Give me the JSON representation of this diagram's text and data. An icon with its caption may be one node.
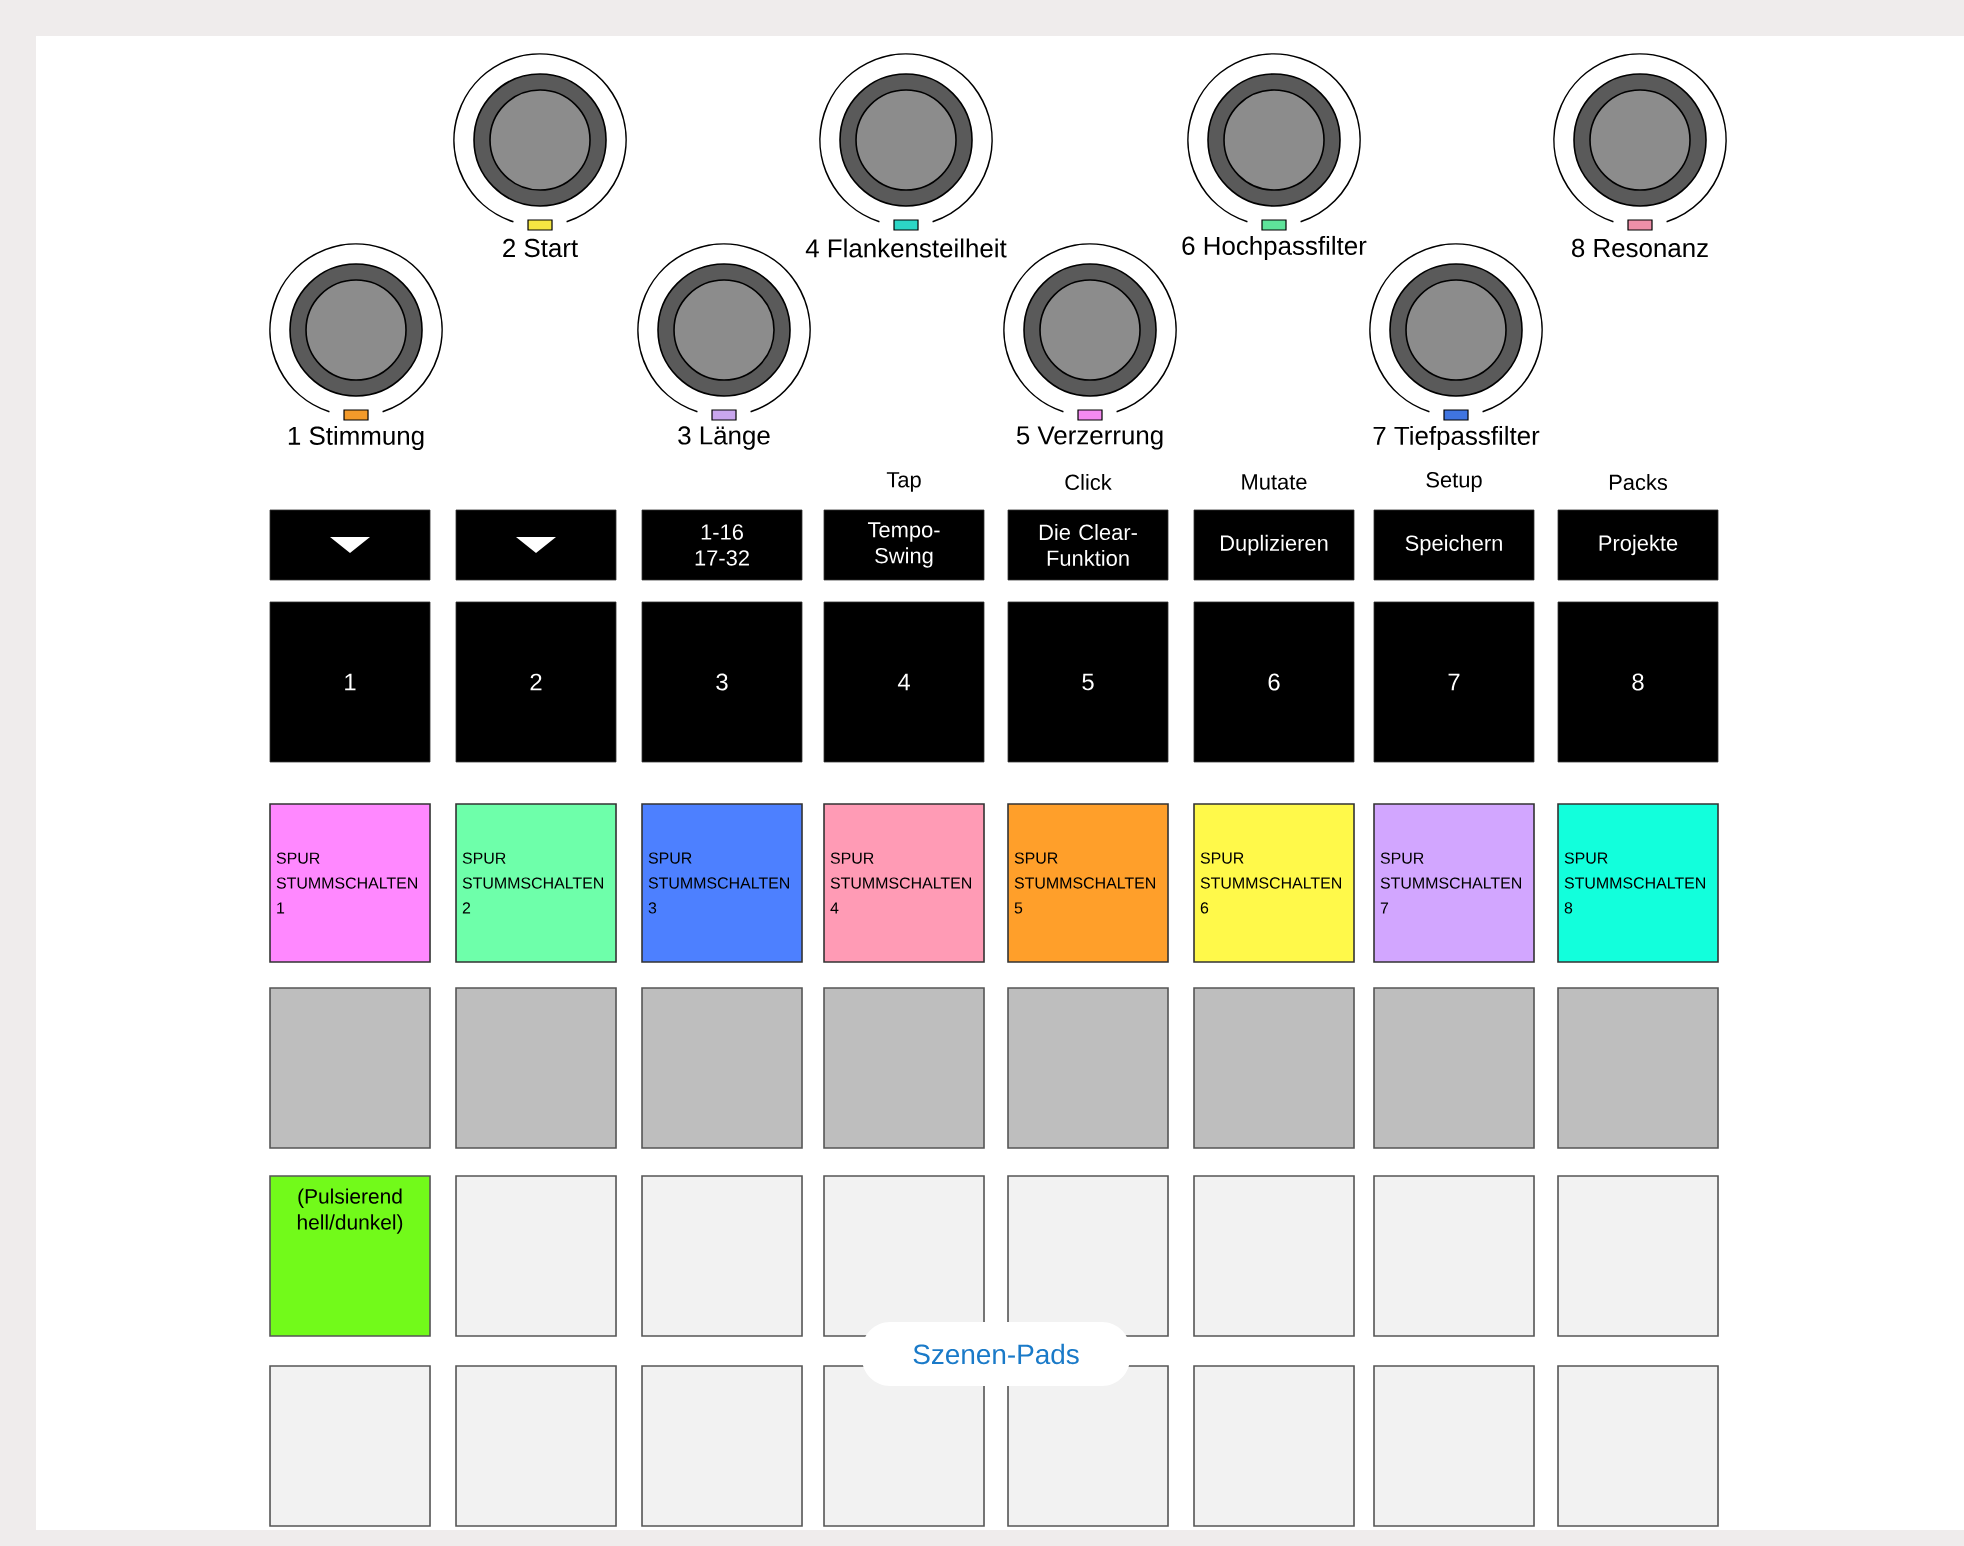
{
  "diagram": {
    "nodes": [
      {
        "text": [],
        "shape": "circle",
        "beside": [
          "2 Start"
        ]
      },
      {
        "text": [],
        "shape": "circle",
        "beside": [
          "4 Flankensteilheit"
        ]
      },
      {
        "text": [],
        "shape": "circle",
        "beside": [
          "6 Hochpassfilter"
        ]
      },
      {
        "text": [],
        "shape": "circle",
        "beside": [
          "8 Resonanz"
        ]
      },
      {
        "text": [],
        "shape": "circle",
        "beside": [
          "1 Stimmung"
        ]
      },
      {
        "text": [],
        "shape": "circle",
        "beside": [
          "3 Länge"
        ]
      },
      {
        "text": [],
        "shape": "circle",
        "beside": [
          "5 Verzerrung"
        ]
      },
      {
        "text": [],
        "shape": "circle",
        "beside": [
          "7 Tiefpassfilter"
        ]
      },
      {
        "text": [],
        "shape": "box"
      },
      {
        "text": [],
        "shape": "box"
      },
      {
        "text": [
          "1-16 17-32"
        ]
      },
      {
        "text": [
          "Tap",
          "Tempo-Swing"
        ]
      },
      {
        "text": [
          "Click",
          "Die Clear-Funktion"
        ]
      },
      {
        "text": [
          "Mutate",
          "Duplizieren"
        ]
      },
      {
        "text": [
          "Setup",
          "Speichern"
        ]
      },
      {
        "text": [
          "Packs",
          "Projekte"
        ]
      },
      {
        "text": [
          "1"
        ]
      },
      {
        "text": [
          "2"
        ]
      },
      {
        "text": [
          "3"
        ]
      },
      {
        "text": [
          "4"
        ]
      },
      {
        "text": [
          "5"
        ]
      },
      {
        "text": [
          "6"
        ]
      },
      {
        "text": [
          "7"
        ]
      },
      {
        "text": [
          "8"
        ]
      },
      {
        "text": [
          "SPUR STUMMSCHALTEN 1"
        ]
      },
      {
        "text": [
          "SPUR STUMMSCHALTEN 2"
        ]
      },
      {
        "text": [
          "SPUR STUMMSCHALTEN 3"
        ]
      },
      {
        "text": [
          "SPUR STUMMSCHALTEN 4"
        ]
      },
      {
        "text": [
          "SPUR STUMMSCHALTEN 5"
        ]
      },
      {
        "text": [
          "SPUR STUMMSCHALTEN 6"
        ]
      },
      {
        "text": [
          "SPUR STUMMSCHALTEN 7"
        ]
      },
      {
        "text": [
          "SPUR STUMMSCHALTEN 8"
        ]
      },
      {
        "text": [],
        "shape": "box"
      },
      {
        "text": [],
        "shape": "box"
      },
      {
        "text": [],
        "shape": "box"
      },
      {
        "text": [],
        "shape": "box"
      },
      {
        "text": [],
        "shape": "box"
      },
      {
        "text": [],
        "shape": "box"
      },
      {
        "text": [],
        "shape": "box"
      },
      {
        "text": [],
        "shape": "box"
      },
      {
        "text": [
          "(Pulsierend hell/dunkel)"
        ]
      },
      {
        "text": [],
        "shape": "box"
      },
      {
        "text": [],
        "shape": "box"
      },
      {
        "text": [],
        "shape": "box"
      },
      {
        "text": [],
        "shape": "box"
      },
      {
        "text": [],
        "shape": "box"
      },
      {
        "text": [],
        "shape": "box"
      },
      {
        "text": [],
        "shape": "box"
      },
      {
        "text": [],
        "shape": "box"
      },
      {
        "text": [],
        "shape": "box"
      },
      {
        "text": [],
        "shape": "box"
      },
      {
        "text": [],
        "shape": "box"
      },
      {
        "text": [],
        "shape": "box"
      },
      {
        "text": [],
        "shape": "box"
      },
      {
        "text": [],
        "shape": "box"
      },
      {
        "text": [],
        "shape": "box"
      }
    ],
    "labels": [
      "Szenen-Pads"
    ]
  }
}
